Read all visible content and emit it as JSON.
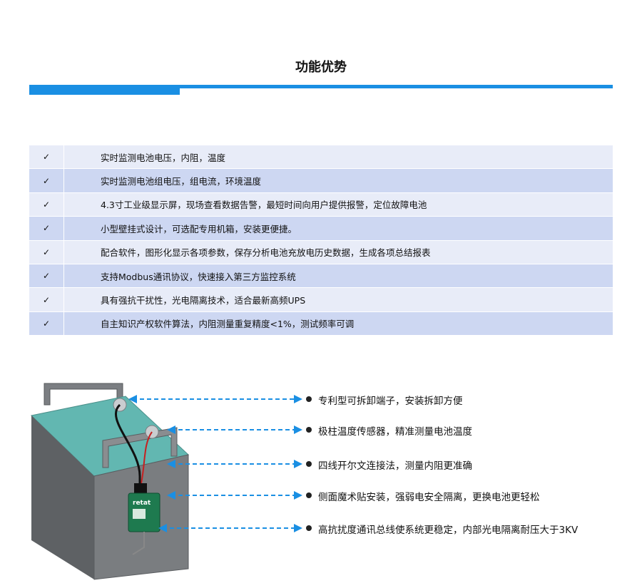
{
  "heading": "功能优势",
  "check_glyph": "✓",
  "features": [
    "实时监测电池电压，内阻，温度",
    "实时监测电池组电压，组电流，环境温度",
    "4.3寸工业级显示屏，现场查看数据告警，最短时间向用户提供报警，定位故障电池",
    "小型壁挂式设计，可选配专用机箱，安装更便捷。",
    "配合软件，图形化显示各项参数，保存分析电池充放电历史数据，生成各项总结报表",
    "支持Modbus通讯协议，快速接入第三方监控系统",
    "具有强抗干扰性，光电隔离技术，适合最新高频UPS",
    "自主知识产权软件算法，内阻测量重复精度<1%，测试频率可调"
  ],
  "callouts": [
    "专利型可拆卸端子，安装拆卸方便",
    "极柱温度传感器，精准测量电池温度",
    "四线开尔文连接法，测量内阻更准确",
    "侧面魔术贴安装，强弱电安全隔离，更换电池更轻松",
    "高抗扰度通讯总线使系统更稳定，内部光电隔离耐压大于3KV"
  ],
  "device_logo": "retat",
  "colors": {
    "accent": "#1a8fe3",
    "row_light": "#e8ecf8",
    "row_dark": "#cdd7f2",
    "battery_body": "#6f7275",
    "battery_top": "#5fb2ad",
    "device_green": "#1e7a4f"
  }
}
